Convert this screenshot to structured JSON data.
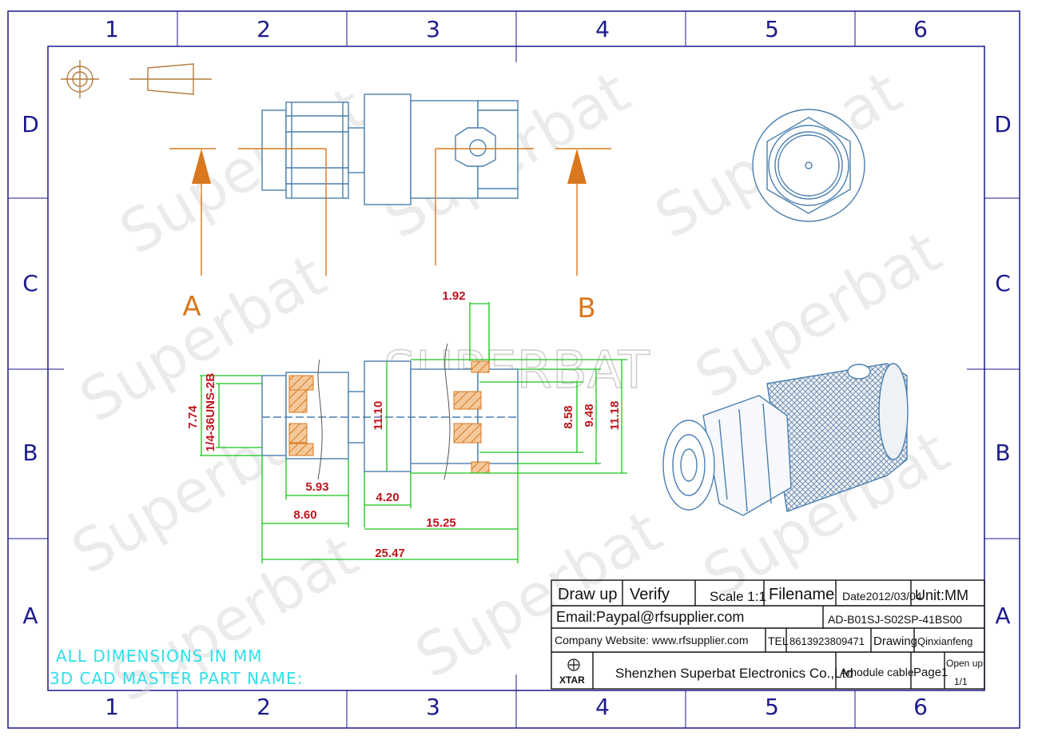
{
  "frame": {
    "columns": [
      "1",
      "2",
      "3",
      "4",
      "5",
      "6"
    ],
    "rows": [
      "D",
      "C",
      "B",
      "A"
    ]
  },
  "views": {
    "section_left": "A",
    "section_right": "B"
  },
  "dimensions": {
    "d_192": "1.92",
    "d_774": "7.74",
    "d_thread": "1/4-36UNS-2B",
    "d_1110": "11.10",
    "d_858": "8.58",
    "d_948": "9.48",
    "d_1118": "11.18",
    "d_593": "5.93",
    "d_420": "4.20",
    "d_860": "8.60",
    "d_1525": "15.25",
    "d_2547": "25.47"
  },
  "notes": {
    "line1": "ALL DIMENSIONS IN MM",
    "line2": "3D CAD MASTER PART NAME:"
  },
  "watermark": {
    "center": "SUPERBAT",
    "repeat": "Superbat"
  },
  "title_block": {
    "draw_up": "Draw up",
    "verify": "Verify",
    "scale": "Scale 1:1",
    "filename_label": "Filename",
    "date": "Date2012/03/04",
    "unit": "Unit:MM",
    "email": "Email:Paypal@rfsupplier.com",
    "part_no": "AD-B01SJ-S02SP-41BS00",
    "website": "Company Website:  www.rfsupplier.com",
    "tel_label": "TEL",
    "tel": "8613923809471",
    "drawing_label": "Drawing",
    "drawer": "Qinxianfeng",
    "logo_text": "XTAR",
    "company": "Shenzhen Superbat Electronics Co.,Ltd",
    "module": "Amodule cable",
    "page": "Page1",
    "open_up": "Open up",
    "open_up_count": "1/1"
  },
  "colors": {
    "frame": "#1c1a8c",
    "outline": "#4a7fb0",
    "orange": "#d9781e",
    "dimension": "#19c419",
    "dim_text": "#c0141c",
    "hatch": "#e0a060",
    "note": "#2fe0e6"
  }
}
